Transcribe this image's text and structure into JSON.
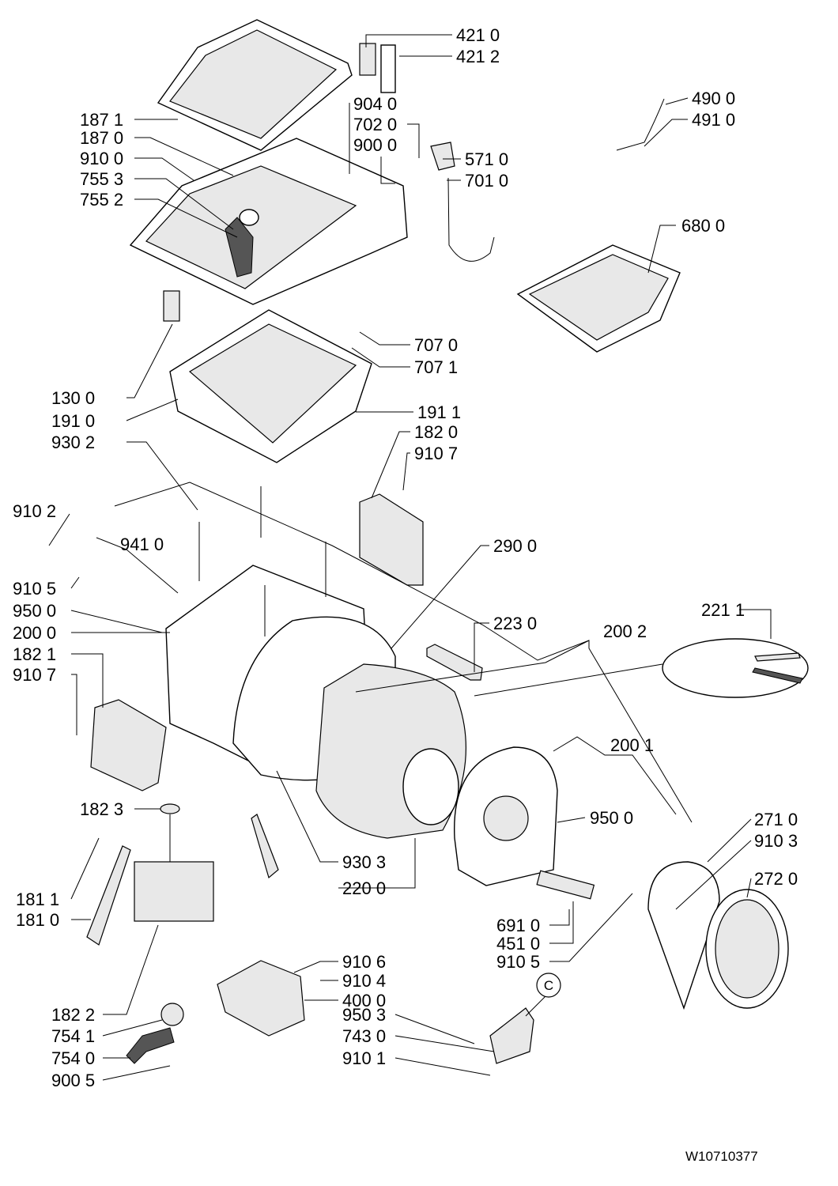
{
  "labels": [
    "421 0",
    "421 2",
    "904 0",
    "702 0",
    "900 0",
    "571 0",
    "701 0",
    "490 0",
    "491 0",
    "187 1",
    "187 0",
    "910 0",
    "755 3",
    "755 2",
    "680 0",
    "707 0",
    "707 1",
    "130 0",
    "191 0",
    "191 1",
    "182 0",
    "930 2",
    "910 7",
    "910 2",
    "941 0",
    "290 0",
    "910 5",
    "950 0",
    "223 0",
    "221 1",
    "200 0",
    "200 2",
    "182 1",
    "910 7",
    "200 1",
    "182 3",
    "950 0",
    "271 0",
    "910 3",
    "930 3",
    "220 0",
    "181 1",
    "181 0",
    "272 0",
    "691 0",
    "451 0",
    "910 5",
    "910 6",
    "910 4",
    "400 0",
    "182 2",
    "950 3",
    "754 1",
    "743 0",
    "754 0",
    "910 1",
    "900 5"
  ],
  "callout": "C",
  "drawing_code": "W10710377"
}
